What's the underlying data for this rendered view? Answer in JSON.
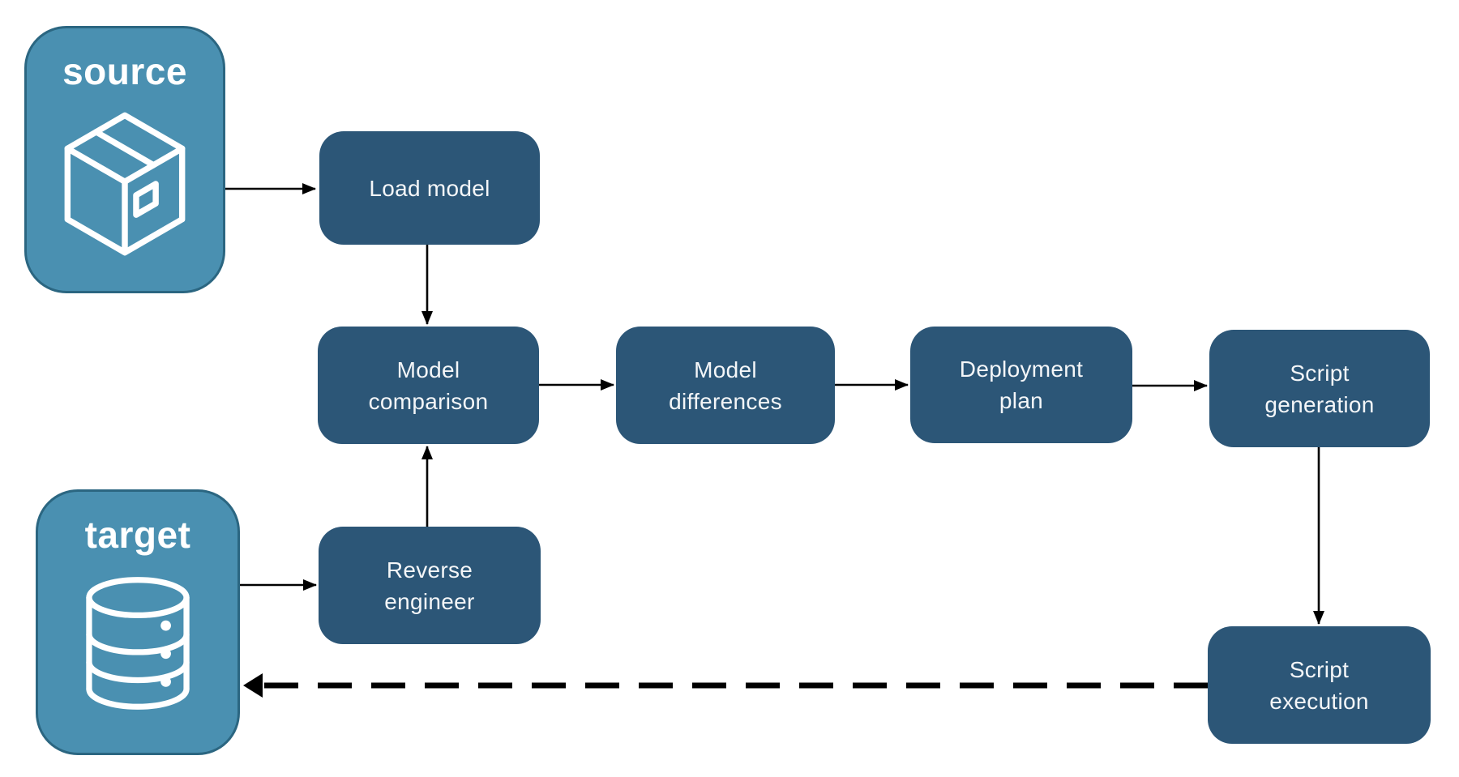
{
  "diagram": {
    "description": "Schema compare deployment pipeline flowchart",
    "colors": {
      "process_fill": "#2c5677",
      "endpoint_fill": "#4a90b1",
      "endpoint_border": "#2b6681",
      "arrow": "#000000",
      "label_text": "#f4f6f8",
      "background": "#ffffff"
    },
    "nodes": {
      "source": {
        "label": "source",
        "icon": "package-icon"
      },
      "target": {
        "label": "target",
        "icon": "database-icon"
      },
      "load_model": {
        "line1": "Load model"
      },
      "model_comparison": {
        "line1": "Model",
        "line2": "comparison"
      },
      "model_differences": {
        "line1": "Model",
        "line2": "differences"
      },
      "deployment_plan": {
        "line1": "Deployment",
        "line2": "plan"
      },
      "script_generation": {
        "line1": "Script",
        "line2": "generation"
      },
      "reverse_engineer": {
        "line1": "Reverse",
        "line2": "engineer"
      },
      "script_execution": {
        "line1": "Script",
        "line2": "execution"
      }
    },
    "edges": [
      {
        "from": "source",
        "to": "load_model",
        "style": "solid"
      },
      {
        "from": "load_model",
        "to": "model_comparison",
        "style": "solid"
      },
      {
        "from": "model_comparison",
        "to": "model_differences",
        "style": "solid"
      },
      {
        "from": "model_differences",
        "to": "deployment_plan",
        "style": "solid"
      },
      {
        "from": "deployment_plan",
        "to": "script_generation",
        "style": "solid"
      },
      {
        "from": "script_generation",
        "to": "script_execution",
        "style": "solid"
      },
      {
        "from": "target",
        "to": "reverse_engineer",
        "style": "solid"
      },
      {
        "from": "reverse_engineer",
        "to": "model_comparison",
        "style": "solid"
      },
      {
        "from": "script_execution",
        "to": "target",
        "style": "dashed"
      }
    ]
  }
}
